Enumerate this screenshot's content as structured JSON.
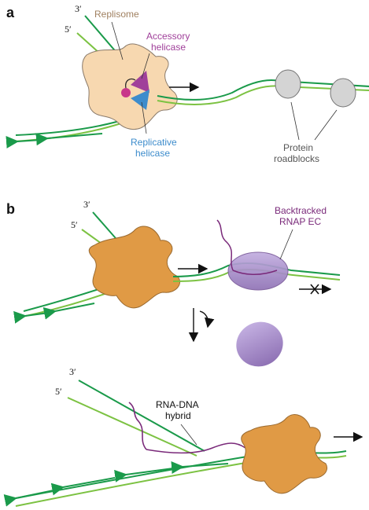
{
  "panels": {
    "a": {
      "label": "a",
      "strand_3": "3′",
      "strand_5": "5′",
      "replisome": "Replisome",
      "accessory_line1": "Accessory",
      "accessory_line2": "helicase",
      "replicative_line1": "Replicative",
      "replicative_line2": "helicase",
      "roadblocks_line1": "Protein",
      "roadblocks_line2": "roadblocks"
    },
    "b": {
      "label": "b",
      "strand_3_top": "3′",
      "strand_5_top": "5′",
      "backtracked_line1": "Backtracked",
      "backtracked_line2": "RNAP EC",
      "strand_3_bottom": "3′",
      "strand_5_bottom": "5′",
      "hybrid_line1": "RNA-DNA",
      "hybrid_line2": "hybrid"
    }
  },
  "colors": {
    "dna_dark": "#1a9a4a",
    "dna_light": "#7cc242",
    "replisome_fill": "#f7d8b0",
    "replisome_stroke": "#8a7a6a",
    "replisome_label": "#a08060",
    "accessory": "#a0409a",
    "replicative": "#3d8ccc",
    "roadblock": "#d4d4d4",
    "rnap": "#a98cc8",
    "rna": "#7a2a7a",
    "orange_replisome": "#e09a45"
  }
}
